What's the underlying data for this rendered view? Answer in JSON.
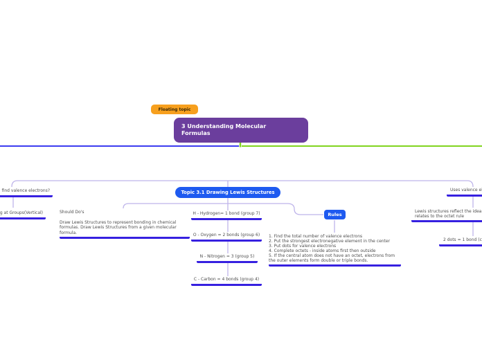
{
  "map": {
    "floating_topic": {
      "label": "Floating topic"
    },
    "root": {
      "label": "3 Understanding Molecular\nFormulas"
    },
    "topic31": {
      "label": "Topic 3.1 Drawing Lewis Structures"
    },
    "rules_node": {
      "label": "Rules"
    }
  },
  "topics": {
    "find_valence": {
      "text": "find valence electrons?"
    },
    "groups_vertical": {
      "text": "g at Groups(Vertical)"
    },
    "should_dos": {
      "title": "Should Do's",
      "body": "Draw Lewis Structures to represent bonding in chemical\nformulas. Draw Lewis Structures from a given molecular\nformula."
    },
    "hydrogen": {
      "text": "H - Hydrogen= 1 bond (group 7)"
    },
    "oxygen": {
      "text": "O - Oxygen = 2 bonds (group 6)"
    },
    "nitrogen": {
      "text": "N - Nitrogen = 3 (group 5)"
    },
    "carbon": {
      "text": "C - Carbon = 4 bonds (group 4)"
    },
    "rules_text": {
      "text": "1. Find the total number of valence electrons\n2. Put the strongest electronegative element in the center\n3. Put dots for valence electrons\n4. Complete octets - inside atoms first then outside\n5. If the central atom does not have an octet, electrons from\nthe outer elements form double or triple bonds."
    },
    "uses_valence": {
      "text": "Uses valence el"
    },
    "lewis_octet": {
      "text": "Lewis structures reflect the idea tha\nrelates to the octet rule"
    },
    "two_dots": {
      "text": "2 dots = 1 bond (cov"
    }
  },
  "colors": {
    "floating_topic_fill": "#F7A01E",
    "root_fill": "#6B3E9D",
    "blue_node_fill": "#1E5AF0",
    "underline": "#3620E0",
    "branch_blue_line": "#3C3CF0",
    "branch_green_line": "#80D41E",
    "connector_lavender": "#BEB4EA",
    "topic_text": "#4d4d4d"
  }
}
